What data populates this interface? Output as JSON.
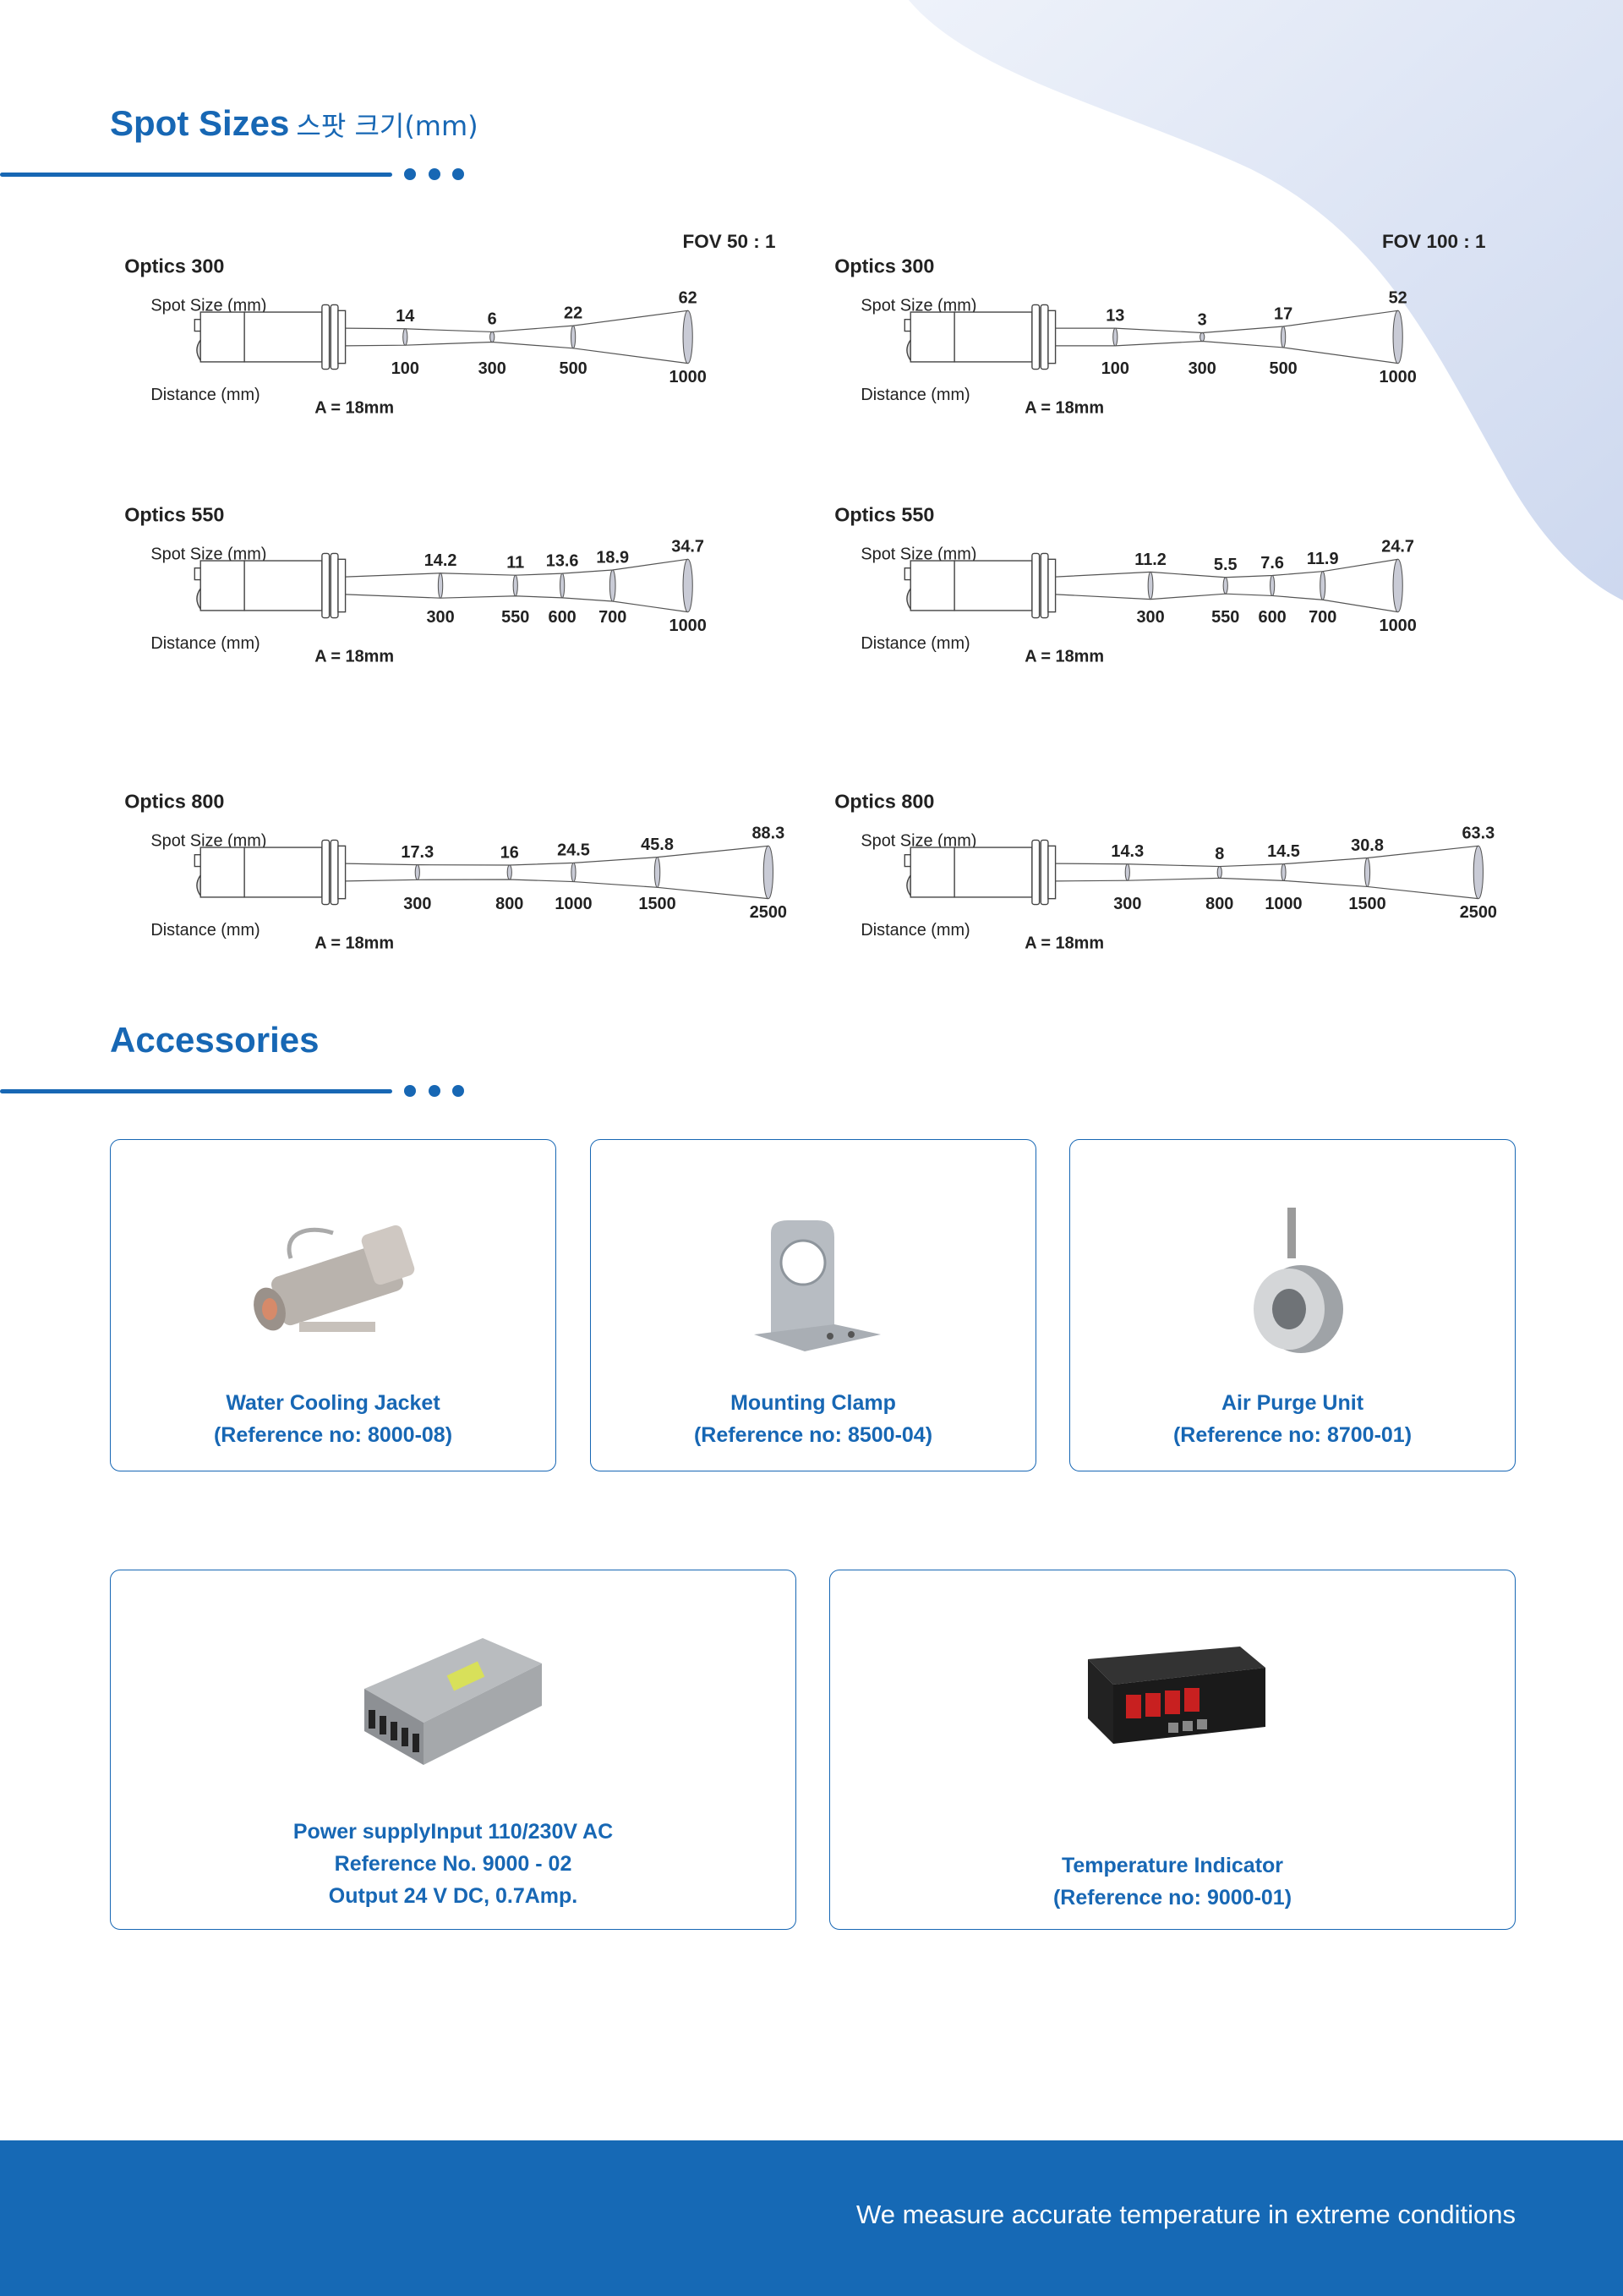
{
  "spot_sizes": {
    "title": "Spot Sizes",
    "subtitle": "스팟 크기(mm)",
    "spot_label": "Spot Size (mm)",
    "distance_label": "Distance (mm)",
    "a_label": "A = 18mm",
    "diagrams": [
      {
        "optics": "Optics 300",
        "fov": "FOV 50 : 1",
        "distances": [
          100,
          300,
          500,
          1000
        ],
        "spots": [
          "14",
          "6",
          "22",
          "62"
        ]
      },
      {
        "optics": "Optics 300",
        "fov": "FOV 100 : 1",
        "distances": [
          100,
          300,
          500,
          1000
        ],
        "spots": [
          "13",
          "3",
          "17",
          "52"
        ]
      },
      {
        "optics": "Optics 550",
        "fov": "",
        "distances": [
          300,
          550,
          600,
          700,
          1000
        ],
        "spots": [
          "14.2",
          "11",
          "13.6",
          "18.9",
          "34.7"
        ]
      },
      {
        "optics": "Optics 550",
        "fov": "",
        "distances": [
          300,
          550,
          600,
          700,
          1000
        ],
        "spots": [
          "11.2",
          "5.5",
          "7.6",
          "11.9",
          "24.7"
        ]
      },
      {
        "optics": "Optics 800",
        "fov": "",
        "distances": [
          300,
          800,
          1000,
          1500,
          2500
        ],
        "spots": [
          "17.3",
          "16",
          "24.5",
          "45.8",
          "88.3"
        ]
      },
      {
        "optics": "Optics 800",
        "fov": "",
        "distances": [
          300,
          800,
          1000,
          1500,
          2500
        ],
        "spots": [
          "14.3",
          "8",
          "14.5",
          "30.8",
          "63.3"
        ]
      }
    ]
  },
  "accessories": {
    "title": "Accessories",
    "items": [
      {
        "icon": "water-cooling-jacket",
        "lines": [
          "Water Cooling Jacket",
          "(Reference no: 8000-08)"
        ]
      },
      {
        "icon": "mounting-clamp",
        "lines": [
          "Mounting Clamp",
          "(Reference no: 8500-04)"
        ]
      },
      {
        "icon": "air-purge-unit",
        "lines": [
          "Air Purge Unit",
          "(Reference no: 8700-01)"
        ]
      },
      {
        "icon": "power-supply",
        "lines": [
          "Power supplyInput 110/230V AC",
          "Reference No. 9000 - 02",
          "Output 24 V DC, 0.7Amp."
        ]
      },
      {
        "icon": "temperature-indicator",
        "lines": [
          "Temperature Indicator",
          "(Reference no: 9000-01)"
        ]
      }
    ]
  },
  "footer": {
    "tagline": "We measure accurate temperature in extreme conditions"
  },
  "colors": {
    "brand": "#1767b4",
    "blob": "#dfe6f5"
  }
}
